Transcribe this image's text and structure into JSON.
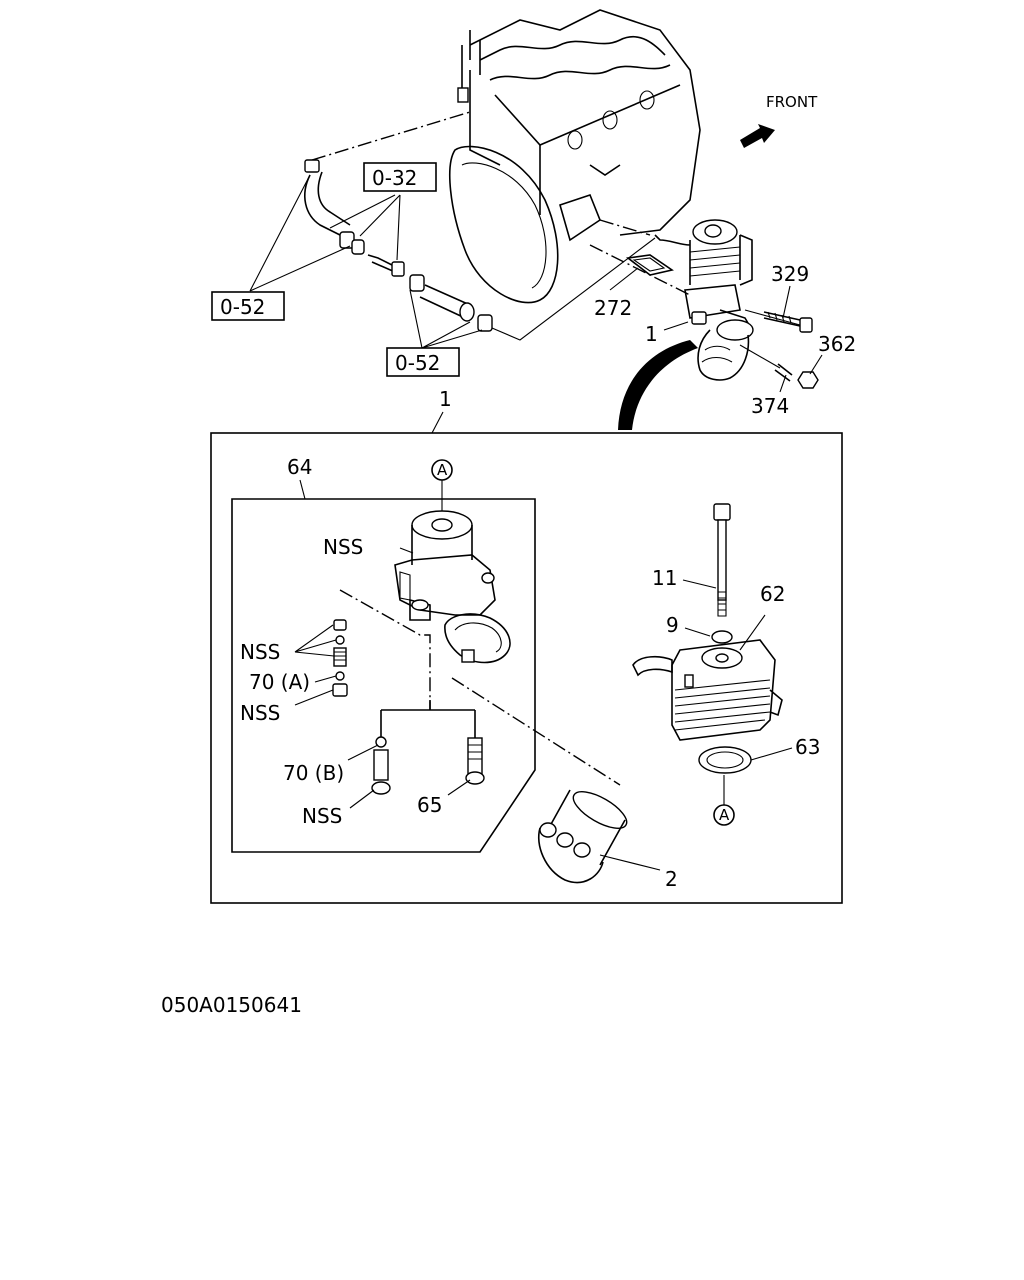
{
  "direction_label": "FRONT",
  "callouts": {
    "ref_032": "0-32",
    "ref_052_left": "0-52",
    "ref_052_bottom": "0-52",
    "p272": "272",
    "p1_top": "1",
    "p329": "329",
    "p362": "362",
    "p374": "374",
    "p1_box": "1",
    "p64": "64",
    "marker_a_top": "A",
    "nss_housing": "NSS",
    "nss_plugs": "NSS",
    "p70a": "70 (A)",
    "nss_plug_low": "NSS",
    "p70b": "70 (B)",
    "nss_bolt": "NSS",
    "p65": "65",
    "p11": "11",
    "p9": "9",
    "p62": "62",
    "p63": "63",
    "marker_a_bottom": "A",
    "p2": "2"
  },
  "drawing_number": "050A0150641"
}
